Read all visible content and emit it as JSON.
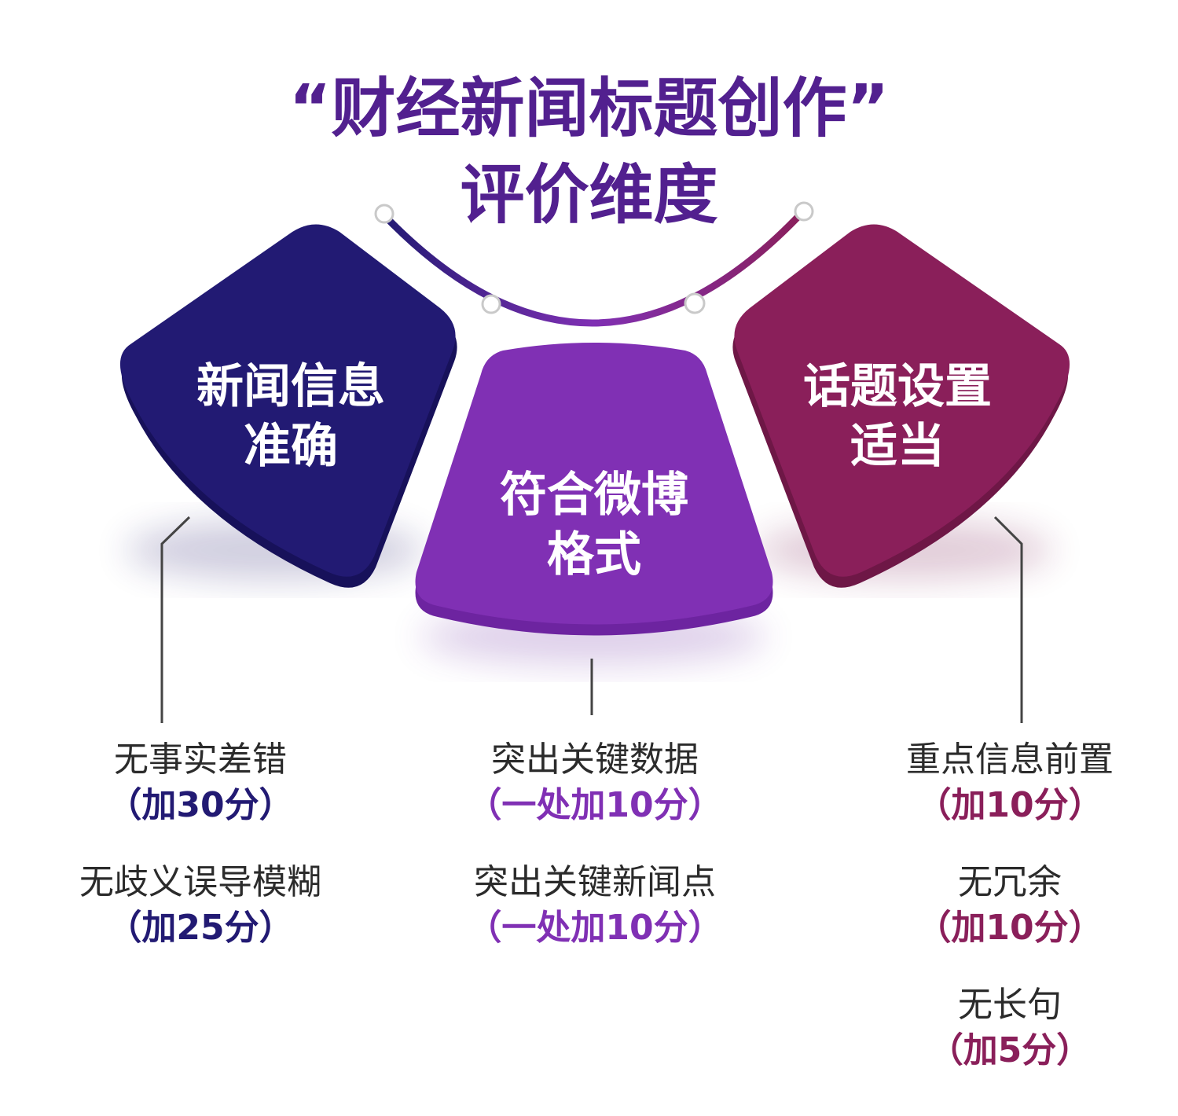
{
  "title": {
    "line1": "“财经新闻标题创作”",
    "line2": "评价维度"
  },
  "colors": {
    "title": "#52208f",
    "navy": "#221a73",
    "purple": "#8030b4",
    "maroon": "#8a1f5a",
    "text": "#2b2b2b",
    "connector": "#444444"
  },
  "dimensions": [
    {
      "label_lines": [
        "新闻信息",
        "准确"
      ],
      "color": "#221a73",
      "criteria": [
        {
          "text": "无事实差错",
          "score": "（加30分）"
        },
        {
          "text": "无歧义误导模糊",
          "score": "（加25分）"
        }
      ]
    },
    {
      "label_lines": [
        "符合微博",
        "格式"
      ],
      "color": "#8030b4",
      "criteria": [
        {
          "text": "突出关键数据",
          "score": "（一处加10分）"
        },
        {
          "text": "突出关键新闻点",
          "score": "（一处加10分）"
        }
      ]
    },
    {
      "label_lines": [
        "话题设置",
        "适当"
      ],
      "color": "#8a1f5a",
      "criteria": [
        {
          "text": "重点信息前置",
          "score": "（加10分）"
        },
        {
          "text": "无冗余",
          "score": "（加10分）"
        },
        {
          "text": "无长句",
          "score": "（加5分）"
        }
      ]
    }
  ]
}
